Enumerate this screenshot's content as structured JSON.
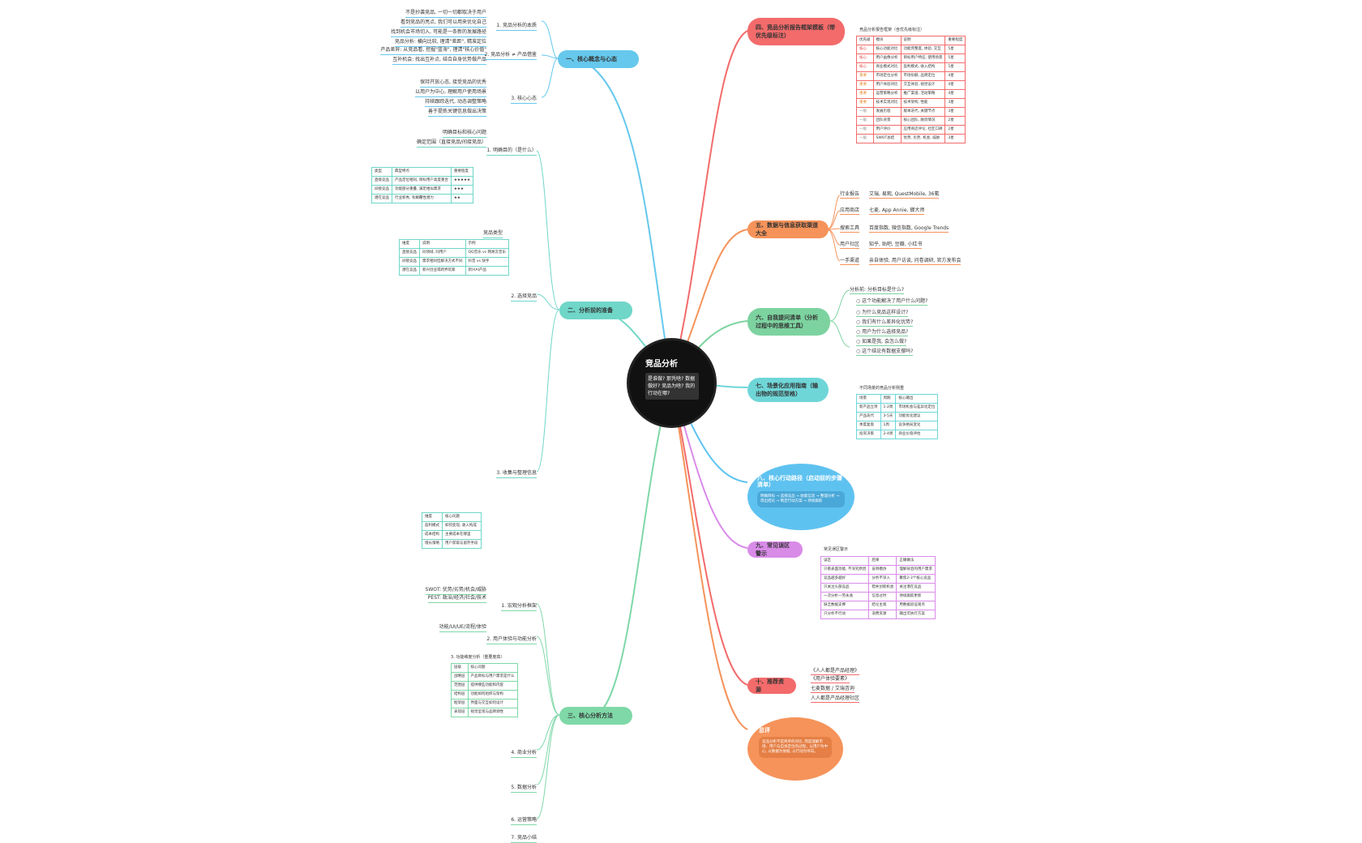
{
  "center": {
    "title": "竞品分析",
    "subtitle": "是谁做? 那凭啥? 数据做好? 竞品为啥? 我的行动在哪?"
  },
  "branches": [
    {
      "id": "b1",
      "label": "一、核心概念与心态",
      "color": "#66c8ec"
    },
    {
      "id": "b2",
      "label": "二、分析前的准备",
      "color": "#6fd6c8"
    },
    {
      "id": "b3",
      "label": "三、核心分析方法",
      "color": "#7fd8a8"
    },
    {
      "id": "b4",
      "label": "四、竞品分析报告框架模板（带优先级标注）",
      "color": "#f36b6b"
    },
    {
      "id": "b5",
      "label": "五、数据与信息获取渠道大全",
      "color": "#f5935a"
    },
    {
      "id": "b6",
      "label": "六、自我提问清单（分析过程中的思维工具）",
      "color": "#7dd3a0"
    },
    {
      "id": "b7",
      "label": "七、场景化应用指南（输出物的规范型格）",
      "color": "#6fd6d8"
    },
    {
      "id": "b8",
      "label": "八、核心行动路径（启动前的步骤清单）",
      "color": "#5ec2f0"
    },
    {
      "id": "b9",
      "label": "九、常见误区警示",
      "color": "#d98be8"
    },
    {
      "id": "b10",
      "label": "十、推荐资源",
      "color": "#f36b6b"
    },
    {
      "id": "b11",
      "label": "总评",
      "color": "#f5935a"
    }
  ],
  "left_nodes": {
    "b1": [
      "不是抄袭竞品, 一切一切都取决于用户",
      "看到竞品的亮点, 我们可以用来优化自己",
      "找到机会市场切入, 可能是一条新的发展路径",
      "1. 竞品分析的本质",
      "竞品分析: 横向比较, 理清\"差距\", 精准定位",
      "产品差异: 从竞品看, 挖掘\"蓝海\", 理清\"核心价值\"",
      "互补机会: 找出互补点, 结合自身优势做产品",
      "2. 竞品分析 ≠ 产品借鉴",
      "保持开放心态, 接受竞品的优秀",
      "以用户为中心, 理解用户使用场景",
      "持续跟踪迭代, 动态调整策略",
      "善于提炼关键信息做出决策",
      "3. 核心心态"
    ],
    "b2": [
      "明确目标和核心问题",
      "确定范围（直接竞品/间接竞品）",
      "1. 明确目的（是什么）",
      "竞品类型",
      "直接竞品",
      "间接竞品",
      "潜在竞品",
      "2. 选择竞品",
      "3. 收集与整理信息"
    ],
    "b3": [
      "SWOT: 优势/劣势/机会/威胁",
      "PEST: 政治/经济/社会/技术",
      "1. 宏观分析框架",
      "功能/UI/UE/流程/体验",
      "2. 用户体验与功能分析",
      "3. 功能维度分析（重要度高）",
      "4. 商业分析",
      "5. 数据分析",
      "6. 运营策略",
      "7. 竞品小结"
    ]
  },
  "b2_table1": {
    "headers": [
      "类型",
      "典型特点",
      "重要程度"
    ],
    "rows": [
      [
        "直接竞品",
        "产品定位相同, 目标用户高度重合",
        "★★★★★"
      ],
      [
        "间接竞品",
        "功能部分重叠, 满足相似需求",
        "★★★"
      ],
      [
        "潜在竞品",
        "行业新秀, 有颠覆性潜力",
        "★★"
      ]
    ]
  },
  "b2_table2": {
    "headers": [
      "维度",
      "说明",
      "示例"
    ],
    "rows": [
      [
        "直接竞品",
        "同领域, 同用户",
        "QQ音乐 vs 网易云音乐"
      ],
      [
        "间接竞品",
        "需求相同但解决方式不同",
        "抖音 vs 快手"
      ],
      [
        "潜在竞品",
        "新兴创业或跨界玩家",
        "新兴AI产品"
      ]
    ]
  },
  "b3_table1": {
    "title": "3. 功能维度分析（重要度高）",
    "headers": [
      "层级",
      "核心问题"
    ],
    "rows": [
      [
        "战略层",
        "产品目标与用户需求是什么"
      ],
      [
        "范围层",
        "提供哪些功能和内容"
      ],
      [
        "结构层",
        "功能如何组织与架构"
      ],
      [
        "框架层",
        "界面与交互如何设计"
      ],
      [
        "表现层",
        "视觉呈现与品牌调性"
      ]
    ]
  },
  "b3_table2": {
    "headers": [
      "维度",
      "核心问题"
    ],
    "rows": [
      [
        "盈利模式",
        "如何变现, 收入构成"
      ],
      [
        "成本结构",
        "主要成本在哪里"
      ],
      [
        "增长策略",
        "用户获取与留存手段"
      ]
    ]
  },
  "b4_table": {
    "title": "竞品分析报告框架（含优先级标注）",
    "headers": [
      "优先级",
      "模块",
      "说明",
      "重要程度"
    ],
    "rows": [
      [
        "核心",
        "核心功能对比",
        "功能完整度, 体验, 交互",
        "5星"
      ],
      [
        "核心",
        "用户画像分析",
        "目标用户特征, 使用场景",
        "5星"
      ],
      [
        "核心",
        "商业模式对比",
        "盈利模式, 收入结构",
        "5星"
      ],
      [
        "重要",
        "市场定位分析",
        "市场份额, 品牌定位",
        "4星"
      ],
      [
        "重要",
        "用户体验对比",
        "交互体验, 视觉设计",
        "4星"
      ],
      [
        "重要",
        "运营策略分析",
        "推广渠道, 活动策略",
        "4星"
      ],
      [
        "重要",
        "技术实现对比",
        "技术架构, 性能",
        "3星"
      ],
      [
        "一般",
        "发展历程",
        "版本迭代, 关键节点",
        "3星"
      ],
      [
        "一般",
        "团队背景",
        "核心团队, 融资情况",
        "2星"
      ],
      [
        "一般",
        "用户评价",
        "应用商店评论, 社区口碑",
        "2星"
      ],
      [
        "一般",
        "SWOT总结",
        "优势, 劣势, 机会, 威胁",
        "3星"
      ]
    ]
  },
  "b5_nodes": [
    {
      "label": "行业报告",
      "text": "艾瑞, 易观, QuestMobile, 36氪"
    },
    {
      "label": "应用商店",
      "text": "七麦, App Annie, 蝉大师"
    },
    {
      "label": "搜索工具",
      "text": "百度指数, 微信指数, Google Trends"
    },
    {
      "label": "用户社区",
      "text": "知乎, 贴吧, 豆瓣, 小红书"
    },
    {
      "label": "一手渠道",
      "text": "亲自体验, 用户访谈, 问卷调研, 官方发布会"
    }
  ],
  "b6_nodes": [
    "分析前: 分析目标是什么?",
    "这个功能解决了用户什么问题?",
    "为什么竞品这样设计?",
    "我们有什么差异化优势?",
    "用户为什么选择竞品?",
    "如果是我, 会怎么做?",
    "这个结论有数据支撑吗?"
  ],
  "b7_table": {
    "title": "不同场景的竞品分析侧重",
    "headers": [
      "场景",
      "周期",
      "核心输出"
    ],
    "rows": [
      [
        "新产品立项",
        "1-2周",
        "市场机会与差异化定位"
      ],
      [
        "产品迭代",
        "3-5天",
        "功能优化建议"
      ],
      [
        "季度复盘",
        "1周",
        "竞争格局变化"
      ],
      [
        "投资决策",
        "2-4周",
        "商业价值评估"
      ]
    ]
  },
  "b8_text": "明确目标 → 选择竞品 → 收集信息 → 整理分析 → 得出结论 → 制定行动方案 → 持续跟踪",
  "b9_table": {
    "title": "常见误区警示",
    "headers": [
      "误区",
      "后果",
      "正确做法"
    ],
    "rows": [
      [
        "只看表面功能, 不深究原因",
        "盲目模仿",
        "理解背后的用户需求"
      ],
      [
        "竞品越多越好",
        "分析不深入",
        "聚焦2-3个核心竞品"
      ],
      [
        "只关注头部竞品",
        "错失创新机会",
        "关注潜在竞品"
      ],
      [
        "一次分析一劳永逸",
        "信息过时",
        "持续跟踪更新"
      ],
      [
        "缺乏数据支撑",
        "结论主观",
        "用数据验证观点"
      ],
      [
        "只分析不行动",
        "浪费资源",
        "输出可执行方案"
      ]
    ]
  },
  "b10_nodes": [
    "《人人都是产品经理》",
    "《用户体验要素》",
    "七麦数据 / 艾瑞咨询",
    "人人都是产品经理社区"
  ],
  "b11_text": "竞品分析不是简单的对比, 而是理解市场、用户与自身定位的过程。以用户为中心, 以数据为依据, 以行动为导向。"
}
